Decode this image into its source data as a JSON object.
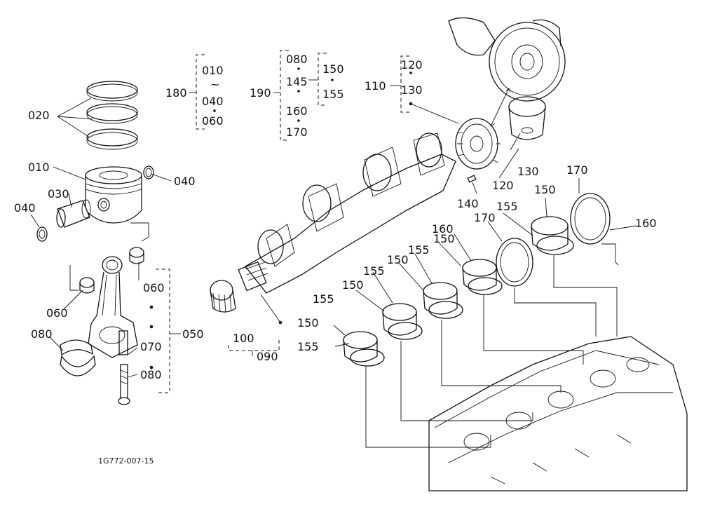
{
  "diagram_code": "1G772-007-15",
  "callouts": {
    "c020": "020",
    "c010": "010",
    "c030": "030",
    "c040a": "040",
    "c040b": "040",
    "c060a": "060",
    "c060b": "060",
    "c080a": "080",
    "c080b": "080",
    "c070": "070",
    "c050": "050",
    "c100": "100",
    "c090": "090",
    "c110": "110",
    "c120a": "120",
    "c130a": "130",
    "c120b": "120",
    "c130b": "130",
    "c140": "140",
    "c150a": "150",
    "c150b": "150",
    "c150c": "150",
    "c150d": "150",
    "c150e": "150",
    "c150f": "150",
    "c155a": "155",
    "c155b": "155",
    "c155c": "155",
    "c155d": "155",
    "c155e": "155",
    "c160a": "160",
    "c160b": "160",
    "c170a": "170",
    "c170b": "170"
  },
  "groups": {
    "g180": {
      "label": "180",
      "items": [
        "010",
        "~",
        "040",
        "060"
      ]
    },
    "g190": {
      "label": "190",
      "items": [
        "080",
        "145",
        "160",
        "170"
      ],
      "sub": [
        "150",
        "155"
      ]
    }
  },
  "colors": {
    "ink": "#111111",
    "paper": "#ffffff"
  }
}
